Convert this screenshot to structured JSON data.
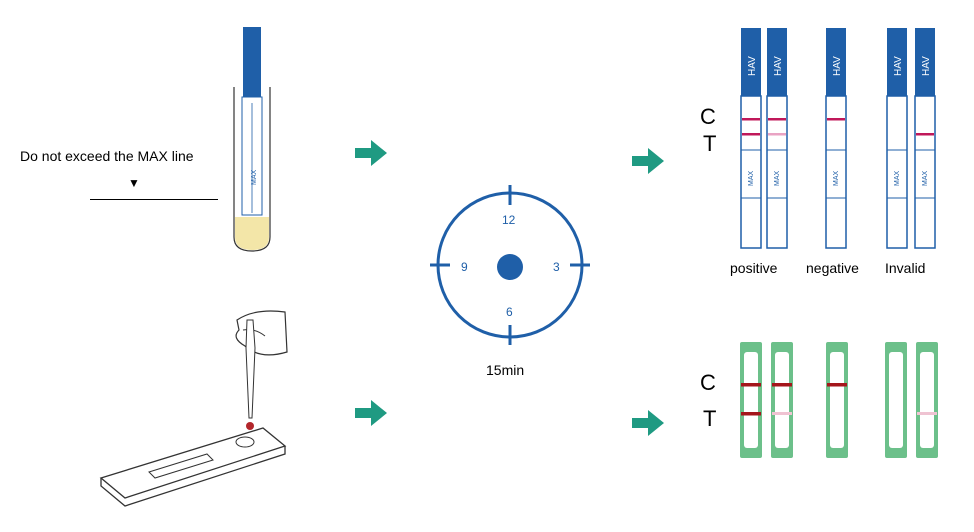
{
  "procedure": {
    "instruction": "Do not exceed the MAX line",
    "timer": "15min",
    "clock_numbers": [
      "12",
      "3",
      "6",
      "9"
    ]
  },
  "strips": {
    "brand_text": "HAV",
    "max_text": "MAX",
    "control_label": "C",
    "test_label": "T",
    "result_labels": [
      "positive",
      "negative",
      "Invalid"
    ]
  },
  "colors": {
    "strip_blue": "#1f5fa8",
    "line_red": "#c0185a",
    "arrow_teal": "#1f9a82",
    "cassette_green": "#6cc08a",
    "band_red": "#a4161b"
  }
}
